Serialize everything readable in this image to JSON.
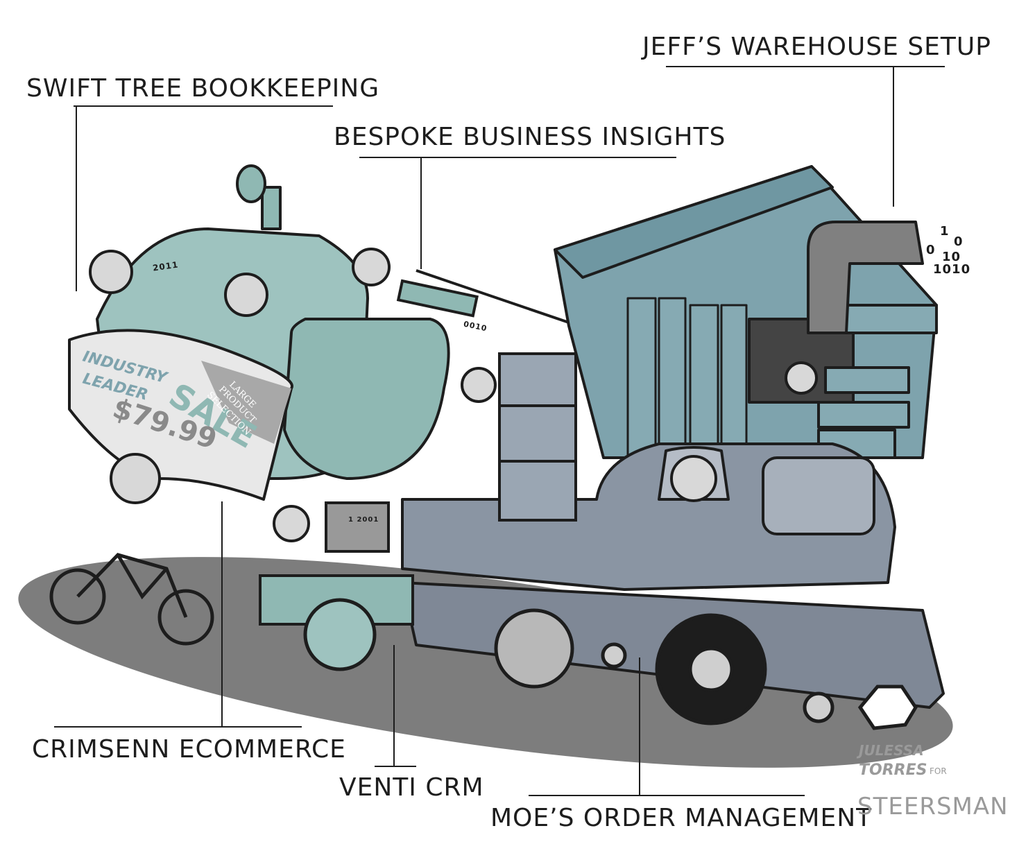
{
  "labels": {
    "swift_tree": "SWIFT TREE BOOKKEEPING",
    "bespoke": "BESPOKE BUSINESS INSIGHTS",
    "jeffs": "JEFF’S WAREHOUSE SETUP",
    "crimsenn": "CRIMSENN ECOMMERCE",
    "venti": "VENTI CRM",
    "moes": "MOE’S ORDER MANAGEMENT"
  },
  "sign": {
    "line1": "INDUSTRY",
    "line2": "LEADER",
    "sale": "SALE",
    "price": "$79.99",
    "corner1": "LARGE",
    "corner2": "PRODUCT",
    "corner3": "SELECTION"
  },
  "small_text": {
    "calendar": "2011",
    "tag": "0010",
    "monitor": "1 2001",
    "binary1": "1",
    "binary2": "0",
    "binary3": "0",
    "binary4": "10",
    "binary5": "1010"
  },
  "credit": {
    "name1": "JULESSA",
    "name2": "TORRES",
    "for": "FOR",
    "brand": "STEERSMAN"
  },
  "colors": {
    "teal": "#8fb8b3",
    "blue_wood": "#7ea3ad",
    "truck": "#8a95a3",
    "shadow": "#7d7d7d",
    "ink": "#1d1d1d"
  }
}
